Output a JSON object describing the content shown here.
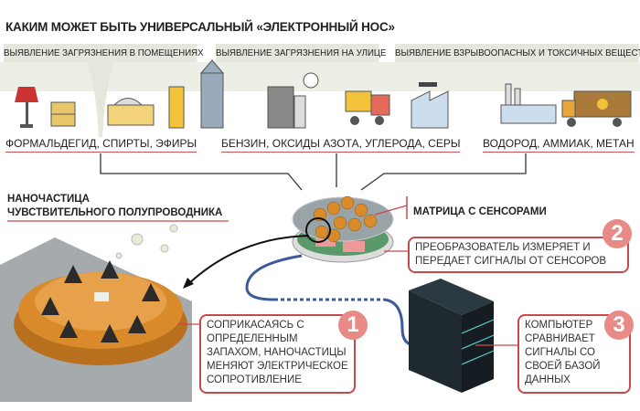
{
  "title": "КАКИМ МОЖЕТ БЫТЬ УНИВЕРСАЛЬНЫЙ «ЭЛЕКТРОННЫЙ НОС»",
  "categories": [
    {
      "label": "ВЫЯВЛЕНИЕ ЗАГРЯЗНЕНИЯ В ПОМЕЩЕНИЯХ",
      "substances": "ФОРМАЛЬДЕГИД, СПИРТЫ, ЭФИРЫ"
    },
    {
      "label": "ВЫЯВЛЕНИЕ ЗАГРЯЗНЕНИЯ НА УЛИЦЕ",
      "substances": "БЕНЗИН, ОКСИДЫ АЗОТА, УГЛЕРОДА, СЕРЫ"
    },
    {
      "label": "ВЫЯВЛЕНИЕ ВЗРЫВООПАСНЫХ И ТОКСИЧНЫХ ВЕЩЕСТВ",
      "substances": "ВОДОРОД, АММИАК, МЕТАН"
    }
  ],
  "labels": {
    "nanoparticle_line1": "НАНОЧАСТИЦА",
    "nanoparticle_line2": "ЧУВСТВИТЕЛЬНОГО ПОЛУПРОВОДНИКА",
    "matrix": "МАТРИЦА С СЕНСОРАМИ"
  },
  "steps": [
    {
      "number": "1",
      "text": "СОПРИКАСАЯСЬ С ОПРЕДЕЛЕННЫМ ЗАПАХОМ, НАНОЧАСТИЦЫ МЕНЯЮТ ЭЛЕКТРИЧЕСКОЕ СОПРОТИВЛЕНИЕ"
    },
    {
      "number": "2",
      "text": "ПРЕОБРАЗОВАТЕЛЬ ИЗМЕРЯЕТ И ПЕРЕДАЕТ СИГНАЛЫ ОТ СЕНСОРОВ"
    },
    {
      "number": "3",
      "text": "КОМПЬЮТЕР СРАВНИВАЕТ СИГНАЛЫ СО СВОЕЙ БАЗОЙ ДАННЫХ"
    }
  ],
  "colors": {
    "accent": "#c9484a",
    "badge": "#e88a86",
    "band": "#e3e7dc",
    "gold": "#d98b2b",
    "server": "#1f2a30"
  }
}
